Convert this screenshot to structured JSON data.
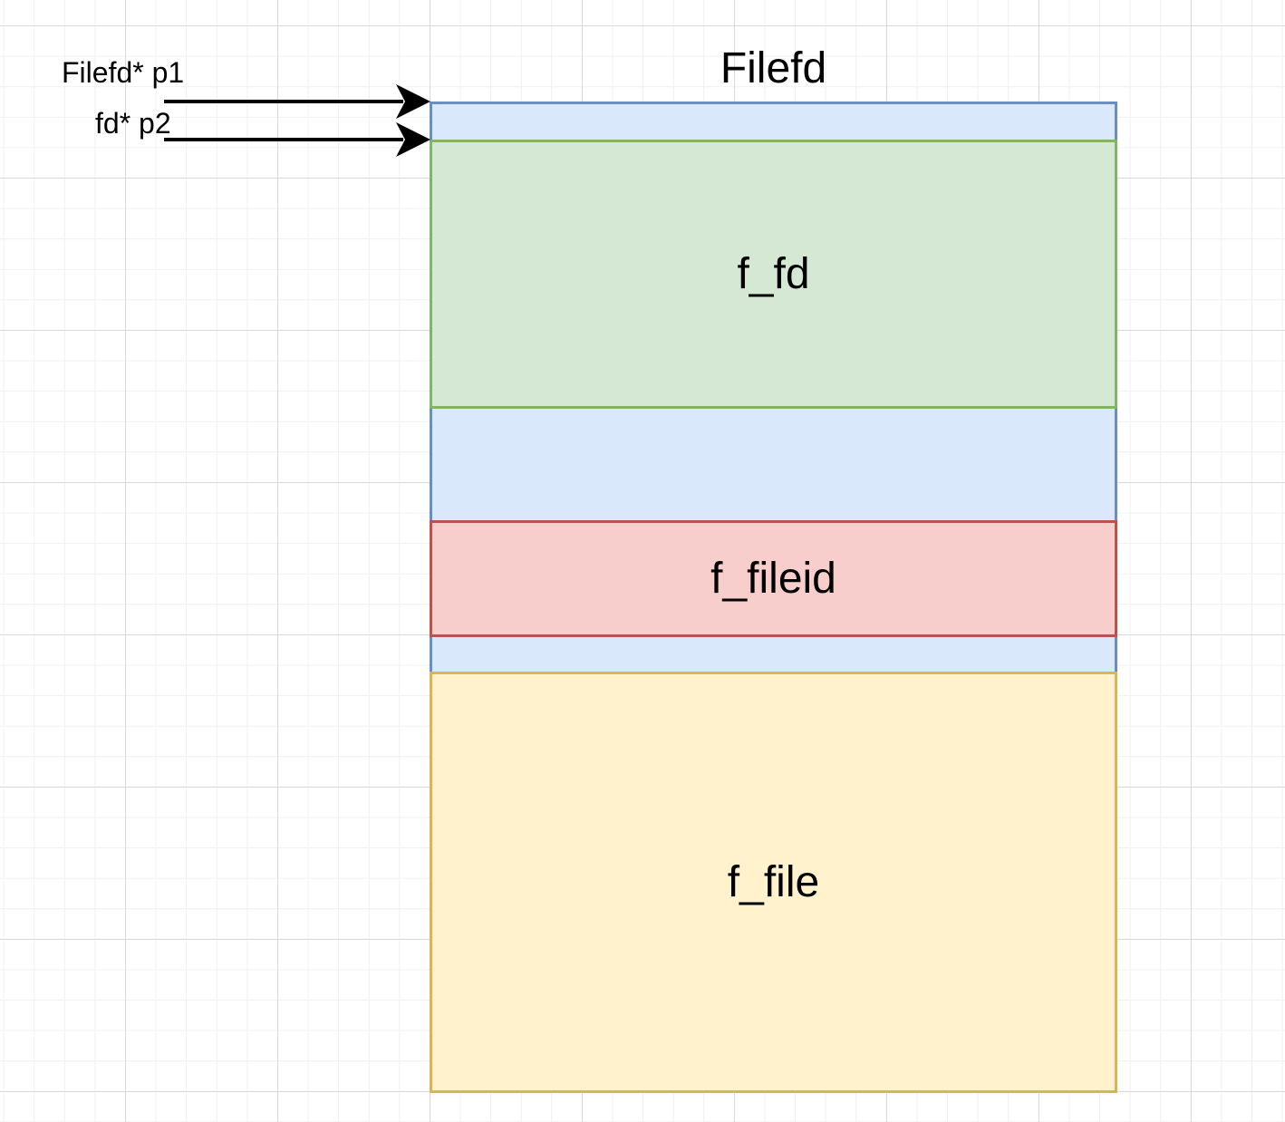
{
  "diagram": {
    "title": "Filefd",
    "pointers": [
      {
        "label": "Filefd* p1"
      },
      {
        "label": "fd* p2"
      }
    ],
    "fields": {
      "fd": "f_fd",
      "fileid": "f_fileid",
      "file": "f_file"
    },
    "colors": {
      "struct_fill": "#dae8fc",
      "struct_stroke": "#6c8ebf",
      "fd_fill": "#d5e8d4",
      "fd_stroke": "#82b366",
      "fileid_fill": "#f8cecc",
      "fileid_stroke": "#b85450",
      "file_fill": "#fff2cc",
      "file_stroke": "#d6b656"
    }
  }
}
